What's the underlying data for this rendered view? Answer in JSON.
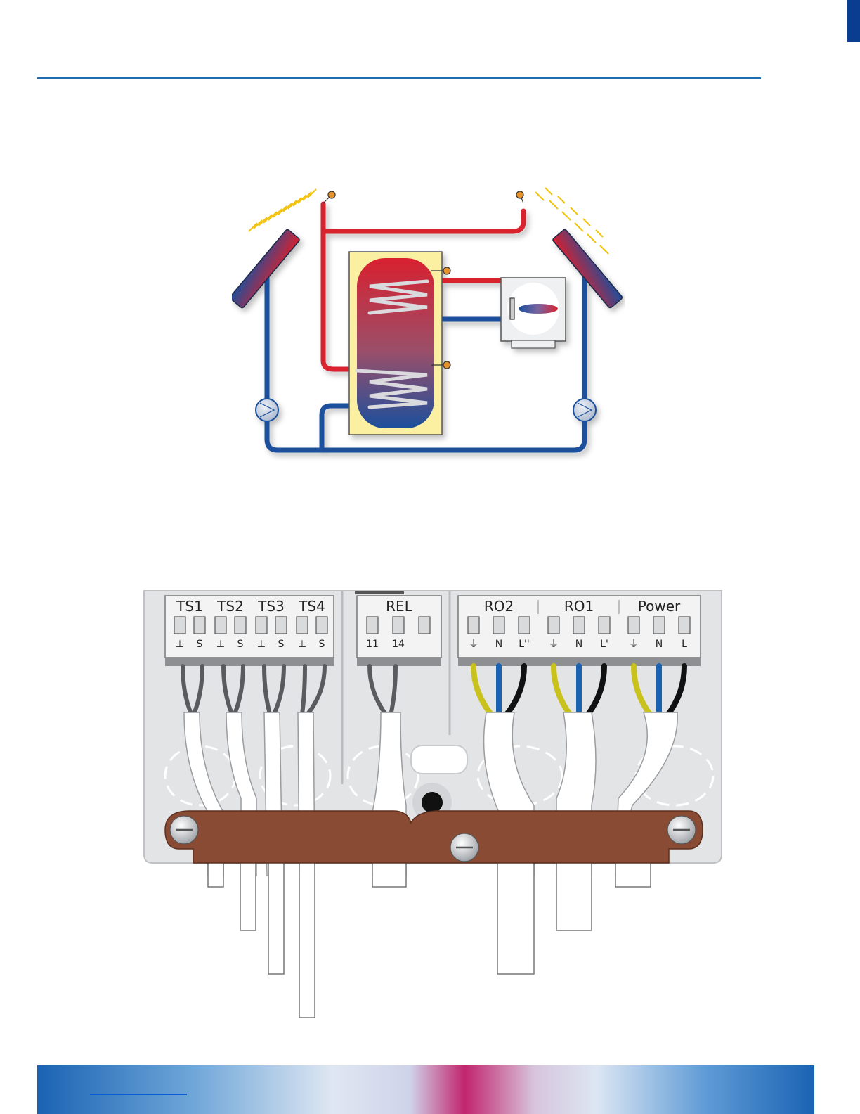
{
  "colors": {
    "rule": "#1f6fb0",
    "hot": "#d8212f",
    "cold": "#1c4f9c",
    "tank_jacket": "#fbf0a1",
    "sensor": "#e8922a",
    "sun_ray": "#f2c20c",
    "case": "#e3e4e6",
    "clamp": "#8a4b34",
    "wire_blue": "#1b63b2",
    "wire_black": "#111111",
    "wire_earth": "#c9c21c"
  },
  "terminals": {
    "groups": [
      {
        "label": "TS1",
        "pins": [
          "⊥",
          "S"
        ]
      },
      {
        "label": "TS2",
        "pins": [
          "⊥",
          "S"
        ]
      },
      {
        "label": "TS3",
        "pins": [
          "⊥",
          "S"
        ]
      },
      {
        "label": "TS4",
        "pins": [
          "⊥",
          "S"
        ]
      },
      {
        "label": "REL",
        "pins": [
          "11",
          "14",
          ""
        ]
      },
      {
        "label": "RO2",
        "pins": [
          "⏚",
          "N",
          "L''"
        ]
      },
      {
        "label": "RO1",
        "pins": [
          "⏚",
          "N",
          "L'"
        ]
      },
      {
        "label": "Power",
        "pins": [
          "⏚",
          "N",
          "L"
        ]
      }
    ]
  }
}
